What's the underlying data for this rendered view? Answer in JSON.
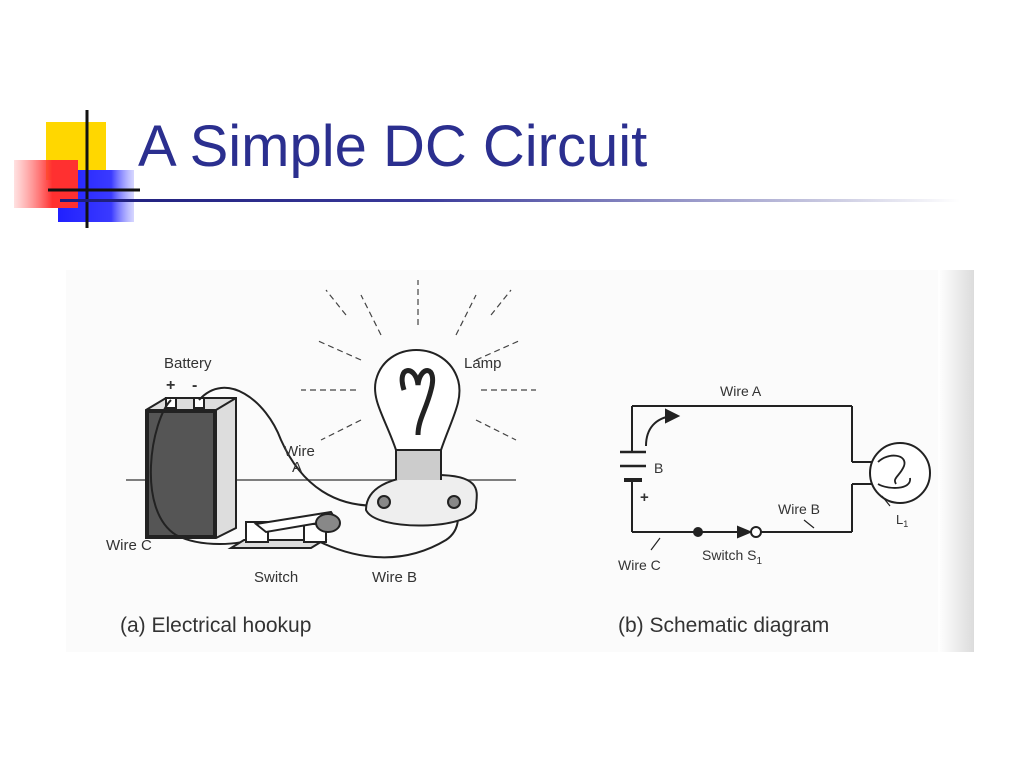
{
  "slide": {
    "title": "A Simple DC Circuit"
  },
  "hookup": {
    "battery": "Battery",
    "plus": "+",
    "minus": "-",
    "lamp": "Lamp",
    "wire_a_1": "Wire",
    "wire_a_2": "A",
    "wire_b": "Wire B",
    "wire_c": "Wire C",
    "switch": "Switch",
    "caption": "(a)  Electrical hookup"
  },
  "schematic": {
    "wire_a": "Wire A",
    "wire_b": "Wire B",
    "wire_c": "Wire C",
    "battery": "B",
    "plus": "+",
    "switch": "Switch S",
    "switch_sub": "1",
    "lamp": "L",
    "lamp_sub": "1",
    "caption": "(b)  Schematic diagram"
  },
  "colors": {
    "title": "#2b2f8f",
    "logo_yellow": "#ffd700",
    "logo_blue": "#2a2aff",
    "logo_red": "#ff4444"
  }
}
